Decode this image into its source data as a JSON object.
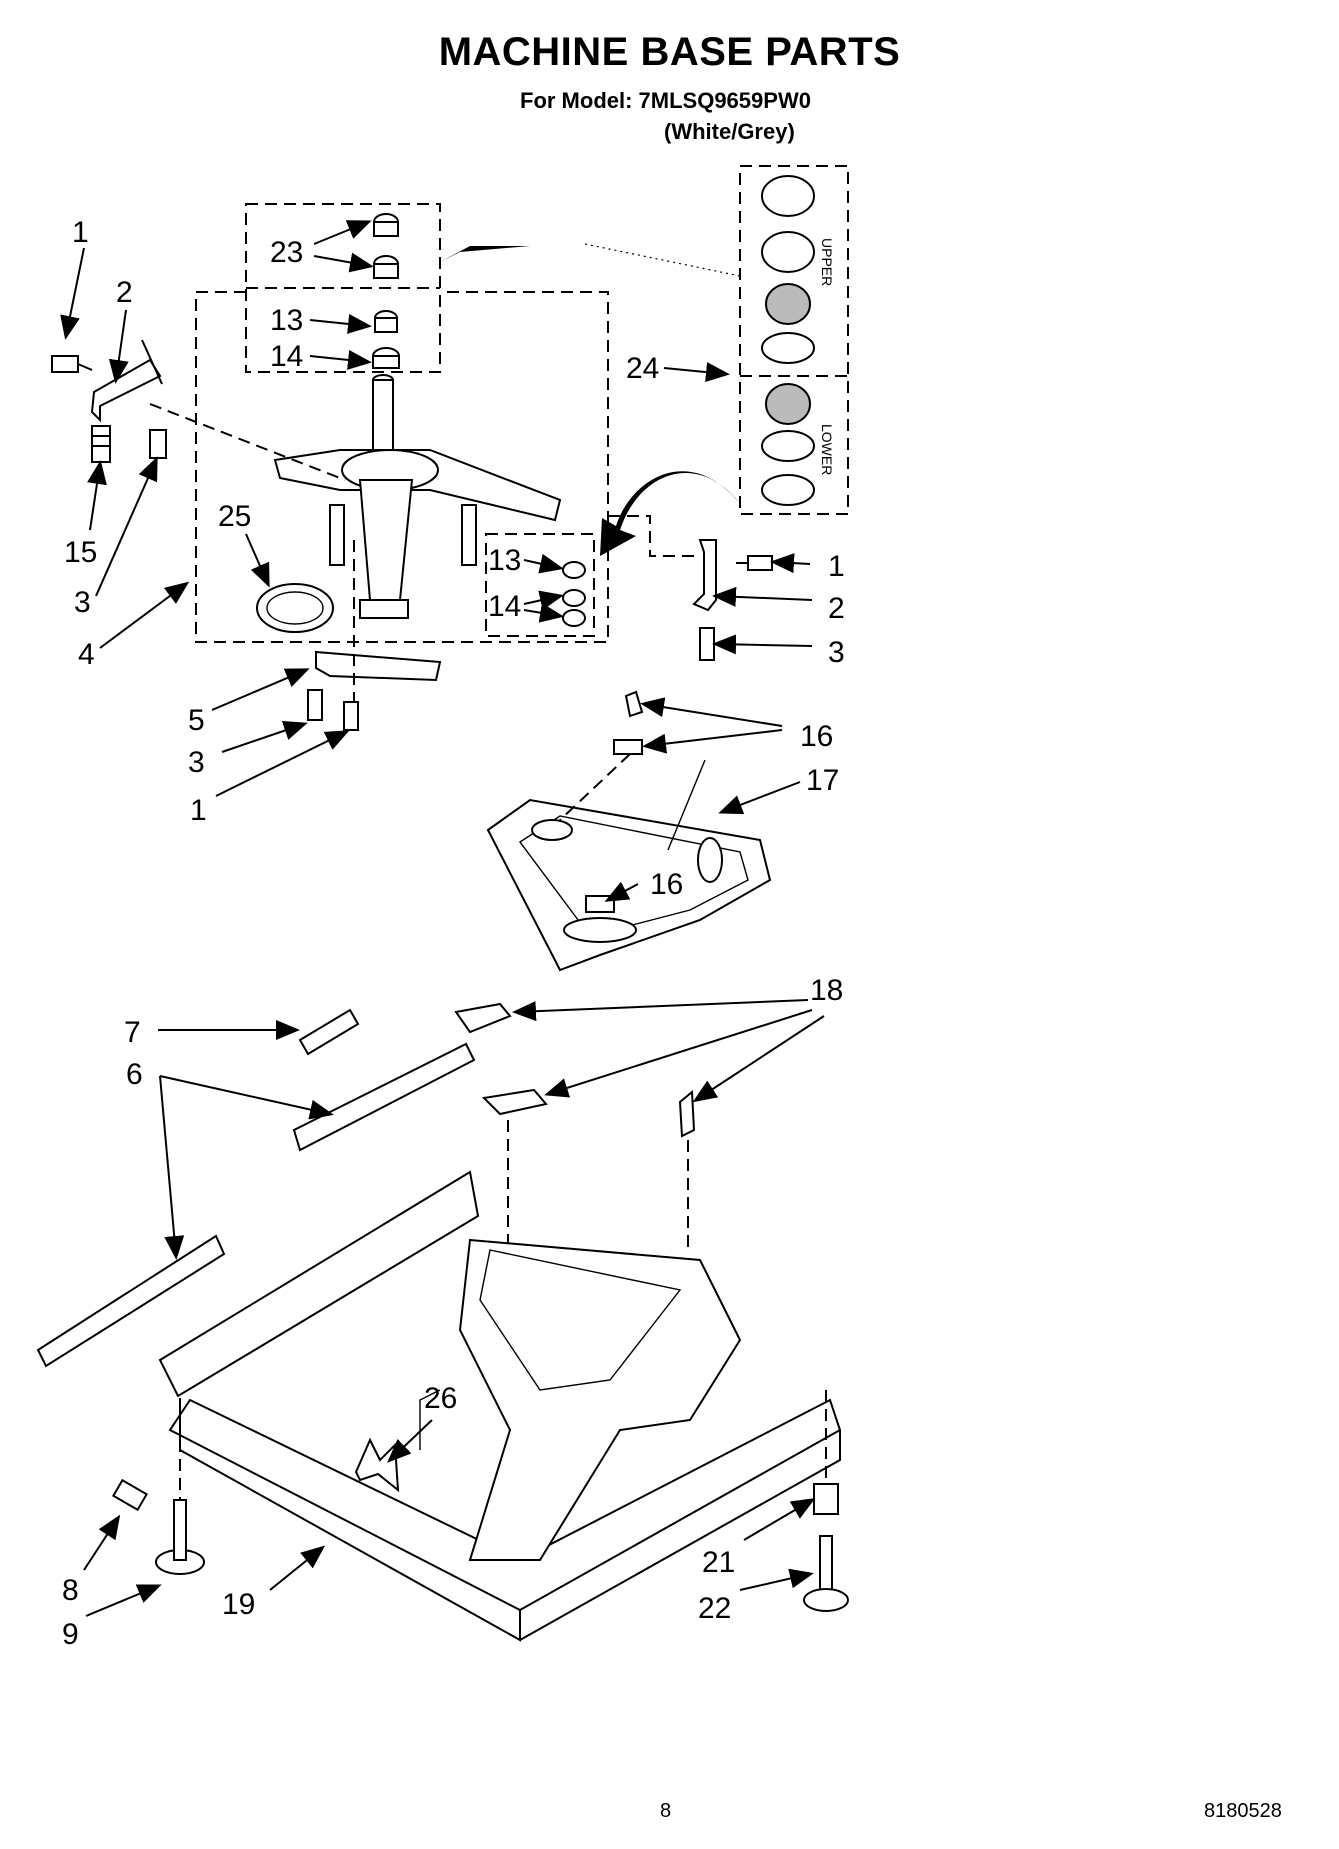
{
  "header": {
    "title": "MACHINE BASE PARTS",
    "model_line": "For Model: 7MLSQ9659PW0",
    "color_line": "(White/Grey)"
  },
  "footer": {
    "page_number": "8",
    "document_number": "8180528"
  },
  "inset_labels": {
    "upper": "UPPER",
    "lower": "LOWER"
  },
  "callouts": {
    "c1a": "1",
    "c2a": "2",
    "c15": "15",
    "c3a": "3",
    "c4": "4",
    "c23": "23",
    "c13a": "13",
    "c14a": "14",
    "c24": "24",
    "c25": "25",
    "c13b": "13",
    "c14b": "14",
    "c1b": "1",
    "c2b": "2",
    "c3b": "3",
    "c5": "5",
    "c3c": "3",
    "c1c": "1",
    "c16a": "16",
    "c17": "17",
    "c16b": "16",
    "c18": "18",
    "c7": "7",
    "c6": "6",
    "c26": "26",
    "c8": "8",
    "c9": "9",
    "c19": "19",
    "c21": "21",
    "c22": "22"
  }
}
